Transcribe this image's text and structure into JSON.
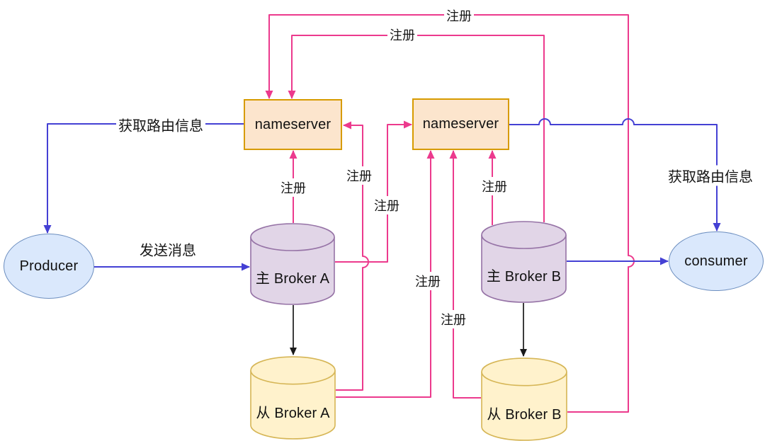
{
  "diagram": {
    "nodes": {
      "nameserver_left": {
        "label": "nameserver",
        "type": "box"
      },
      "nameserver_right": {
        "label": "nameserver",
        "type": "box"
      },
      "producer": {
        "label": "Producer",
        "type": "ellipse"
      },
      "consumer": {
        "label": "consumer",
        "type": "ellipse"
      },
      "master_broker_a": {
        "label": "主 Broker A",
        "type": "cylinder"
      },
      "slave_broker_a": {
        "label": "从 Broker A",
        "type": "cylinder"
      },
      "master_broker_b": {
        "label": "主 Broker B",
        "type": "cylinder"
      },
      "slave_broker_b": {
        "label": "从 Broker B",
        "type": "cylinder"
      }
    },
    "labels": {
      "register": "注册",
      "get_route_info": "获取路由信息",
      "send_message": "发送消息"
    },
    "edges": [
      {
        "from": "slave_broker_b",
        "to": "nameserver_left",
        "label": "注册"
      },
      {
        "from": "master_broker_b",
        "to": "nameserver_left",
        "label": "注册"
      },
      {
        "from": "master_broker_a",
        "to": "nameserver_left",
        "label": "注册"
      },
      {
        "from": "slave_broker_a",
        "to": "nameserver_left",
        "label": "注册"
      },
      {
        "from": "master_broker_a",
        "to": "nameserver_right",
        "label": "注册"
      },
      {
        "from": "slave_broker_a",
        "to": "nameserver_right",
        "label": "注册"
      },
      {
        "from": "slave_broker_b",
        "to": "nameserver_right",
        "label": "注册"
      },
      {
        "from": "master_broker_b",
        "to": "nameserver_right",
        "label": "注册"
      },
      {
        "from": "nameserver_left",
        "to": "producer",
        "label": "获取路由信息"
      },
      {
        "from": "producer",
        "to": "master_broker_a",
        "label": "发送消息"
      },
      {
        "from": "nameserver_right",
        "to": "consumer",
        "label": "获取路由信息"
      },
      {
        "from": "master_broker_b",
        "to": "consumer",
        "label": ""
      },
      {
        "from": "master_broker_a",
        "to": "slave_broker_a",
        "label": ""
      },
      {
        "from": "master_broker_b",
        "to": "slave_broker_b",
        "label": ""
      }
    ],
    "colors": {
      "register_line": "#ec3a8d",
      "message_line": "#4440d4",
      "replicate_line": "#1a1a1a",
      "nameserver_fill": "#fce5cd",
      "nameserver_border": "#d79b00",
      "master_fill": "#e1d5e7",
      "master_border": "#9673a6",
      "slave_fill": "#fff2cc",
      "slave_border": "#d6b656",
      "client_fill": "#dae8fc",
      "client_border": "#6c8ebf"
    }
  }
}
